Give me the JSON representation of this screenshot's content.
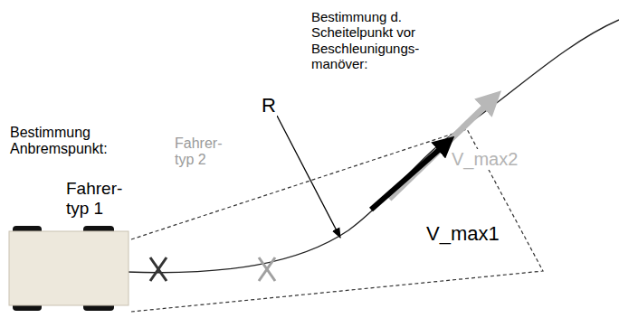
{
  "diagram": {
    "labels": [
      "Bestimmung Anbremspunkt:",
      "Fahrer- typ 1",
      "Fahrer- typ 2",
      "R",
      "Bestimmung d. Scheitelpunkt vor Beschleunigungs- manöver:",
      "V_max2",
      "V_max1"
    ]
  }
}
